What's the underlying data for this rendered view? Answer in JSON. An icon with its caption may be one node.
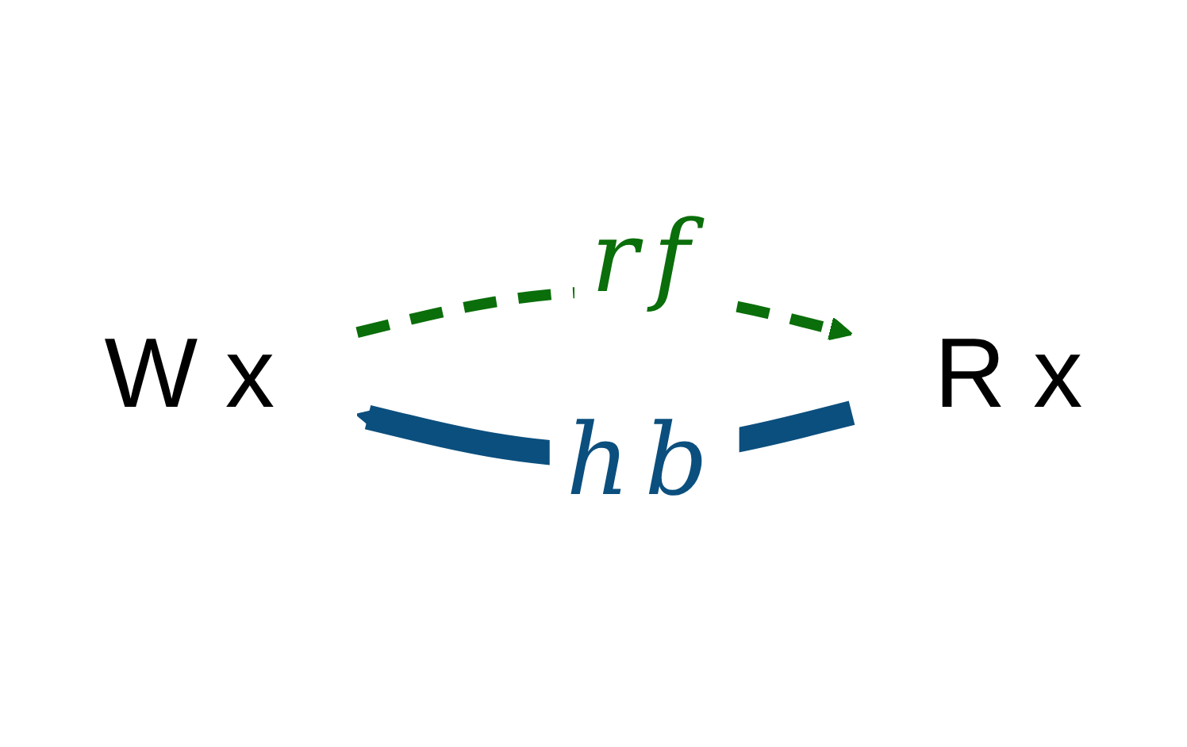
{
  "diagram": {
    "nodes": [
      {
        "text": [
          "W x"
        ]
      },
      {
        "text": [
          "R x"
        ]
      }
    ],
    "edges": [
      {
        "from": 1,
        "to": 0,
        "arrow": "to",
        "label": "hb",
        "style": "thick",
        "color": "#0b4f7e"
      },
      {
        "from": 0,
        "to": 1,
        "arrow": "to",
        "label": "rf",
        "style": "dashed",
        "color": "#0a6e0a"
      }
    ]
  }
}
